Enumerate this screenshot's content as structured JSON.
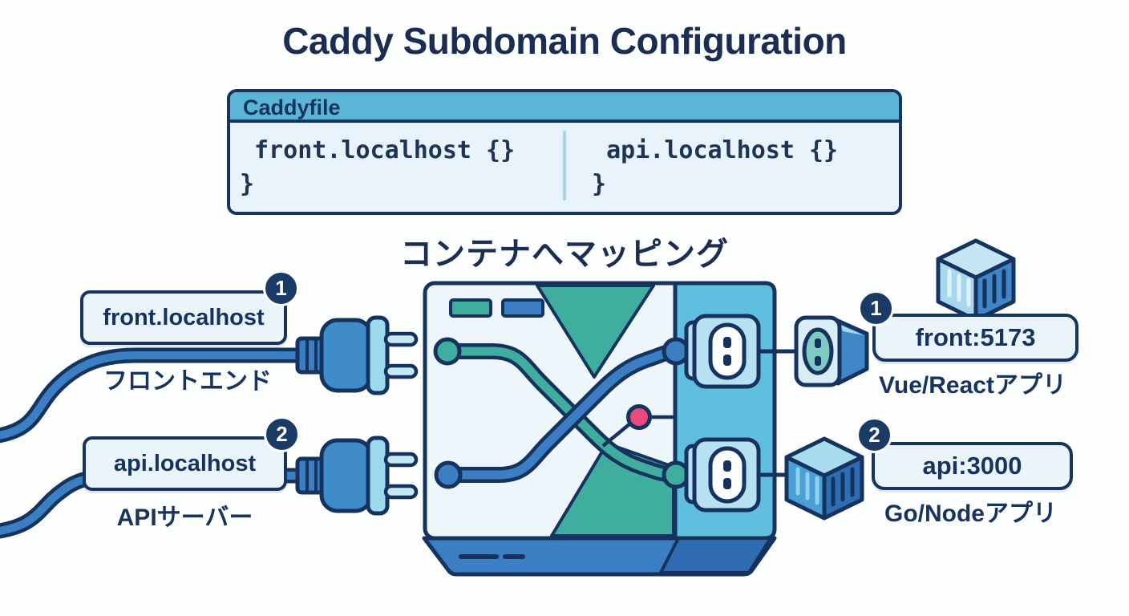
{
  "title": "Caddy Subdomain Configuration",
  "caddyfile": {
    "header": "Caddyfile",
    "front_block": " front.localhost {}\n}",
    "api_block": "  api.localhost {}\n }"
  },
  "mapping_label": "コンテナへマッピング",
  "sources": [
    {
      "badge": "1",
      "host": "front.localhost",
      "label": "フロントエンド"
    },
    {
      "badge": "2",
      "host": "api.localhost",
      "label": "APIサーバー"
    }
  ],
  "targets": [
    {
      "badge": "1",
      "endpoint": "front:5173",
      "label": "Vue/Reactアプリ"
    },
    {
      "badge": "2",
      "endpoint": "api:3000",
      "label": "Go/Nodeアプリ"
    }
  ],
  "icons": [
    "plug-icon",
    "outlet-icon",
    "socket-adapter-icon",
    "container-icon",
    "switch-illustration"
  ],
  "colors": {
    "navy_outline": "#16335f",
    "title_text": "#1b2d52",
    "box_fill": "#e9f4fb",
    "header_sky": "#5bb5d6",
    "teal": "#3fae9f",
    "cable_blue": "#3b7ec2",
    "panel_blue": "#60bede",
    "base_blue_dark": "#2e6bb0",
    "pink_node": "#ea4b7d",
    "badge_bg": "#1c3a66"
  }
}
